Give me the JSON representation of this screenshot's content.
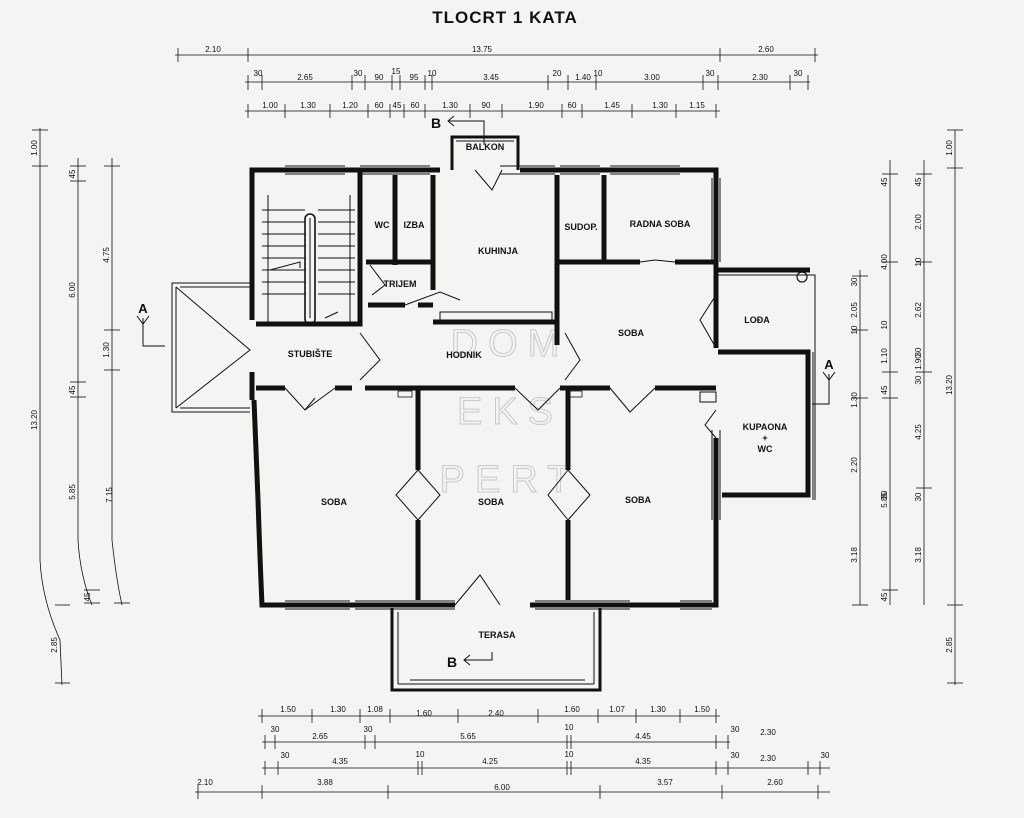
{
  "title": "TLOCRT 1 KATA",
  "watermark": [
    "DOM",
    "EKS",
    "PERT"
  ],
  "rooms": {
    "balkon": "BALKON",
    "wc": "WC",
    "izba": "IZBA",
    "kuhinja": "KUHINJA",
    "sudop": "SUDOP.",
    "radna_soba": "RADNA SOBA",
    "trijem": "TRIJEM",
    "stubiste": "STUBIŠTE",
    "hodnik": "HODNIK",
    "soba_ne": "SOBA",
    "loda": "LOĐA",
    "kupaona_1": "KUPAONA",
    "kupaona_2": "+",
    "kupaona_3": "WC",
    "soba_sw": "SOBA",
    "soba_s": "SOBA",
    "soba_se": "SOBA",
    "terasa": "TERASA"
  },
  "sections": {
    "a": "A",
    "b": "B"
  },
  "dims": {
    "top1": [
      "2.10",
      "13.75",
      "2.60"
    ],
    "top2": [
      "30",
      "2.65",
      "30",
      "90",
      "15",
      "95",
      "10",
      "3.45",
      "20",
      "1.40",
      "10",
      "3.00",
      "30",
      "2.30",
      "30"
    ],
    "top3": [
      "1.00",
      "1.30",
      "1.20",
      "60",
      "45",
      "60",
      "1.30",
      "90",
      "1.90",
      "60",
      "1.45",
      "1.30",
      "1.15"
    ],
    "bot1": [
      "1.50",
      "1.30",
      "1.08",
      "1.60",
      "2.40",
      "1.60",
      "1.07",
      "1.30",
      "1.50"
    ],
    "bot2": [
      "30",
      "2.65",
      "30",
      "5.65",
      "10",
      "4.45",
      "30",
      "2.30"
    ],
    "bot3": [
      "30",
      "4.35",
      "10",
      "4.25",
      "10",
      "4.35",
      "30",
      "2.30",
      "30"
    ],
    "bot4": [
      "2.10",
      "3.88",
      "6.00",
      "3.57",
      "2.60"
    ],
    "left1": [
      "1.00",
      "13.20",
      "2.85"
    ],
    "left2": [
      "45",
      "6.00",
      "45",
      "5.85",
      "45"
    ],
    "left3": [
      "4.75",
      "1.30",
      "7.15"
    ],
    "right1": [
      "1.00",
      "13.20",
      "2.85"
    ],
    "right2": [
      "45",
      "4.00",
      "10",
      "1.10",
      "45",
      "2.20",
      "30",
      "3.18",
      "45"
    ],
    "right3": [
      "30",
      "2.05",
      "10",
      "1.30",
      "5.85"
    ],
    "right4": [
      "45",
      "2.00",
      "10",
      "2.62",
      "30",
      "1.90",
      "30",
      "4.25",
      "30",
      "3.18"
    ]
  }
}
